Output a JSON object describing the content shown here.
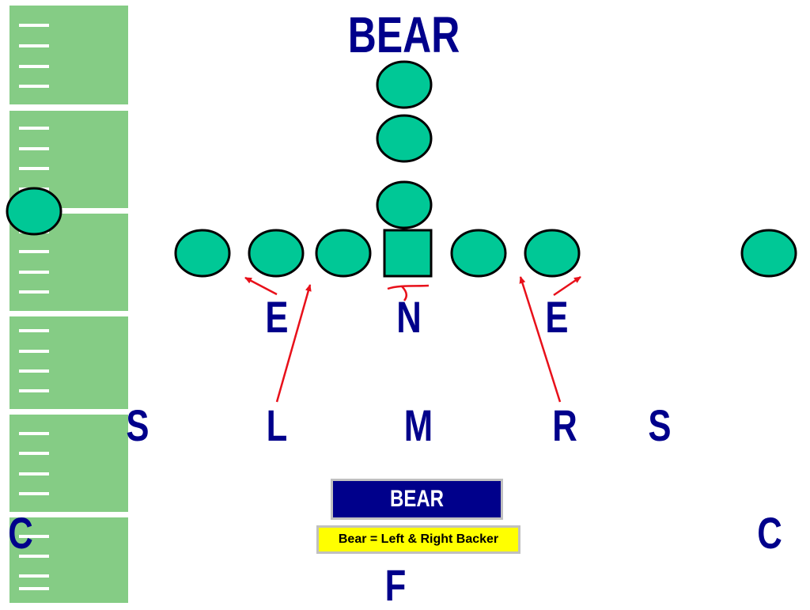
{
  "diagram": {
    "title": "BEAR",
    "legend": {
      "title": "BEAR",
      "note": "Bear = Left & Right Backer"
    },
    "defense_labels": {
      "end_left": "E",
      "nose": "N",
      "end_right": "E",
      "safety_left": "S",
      "linebacker_left": "L",
      "linebacker_middle": "M",
      "linebacker_right": "R",
      "safety_right": "S",
      "corner_left": "C",
      "corner_right": "C",
      "free_safety": "F"
    },
    "colors": {
      "field_green": "#85cc85",
      "player_fill": "#00c896",
      "player_stroke": "#000000",
      "label_blue": "#00008b",
      "arrow_red": "#e8101a",
      "legend_title_bg": "#00008b",
      "legend_note_bg": "#ffff00"
    }
  }
}
